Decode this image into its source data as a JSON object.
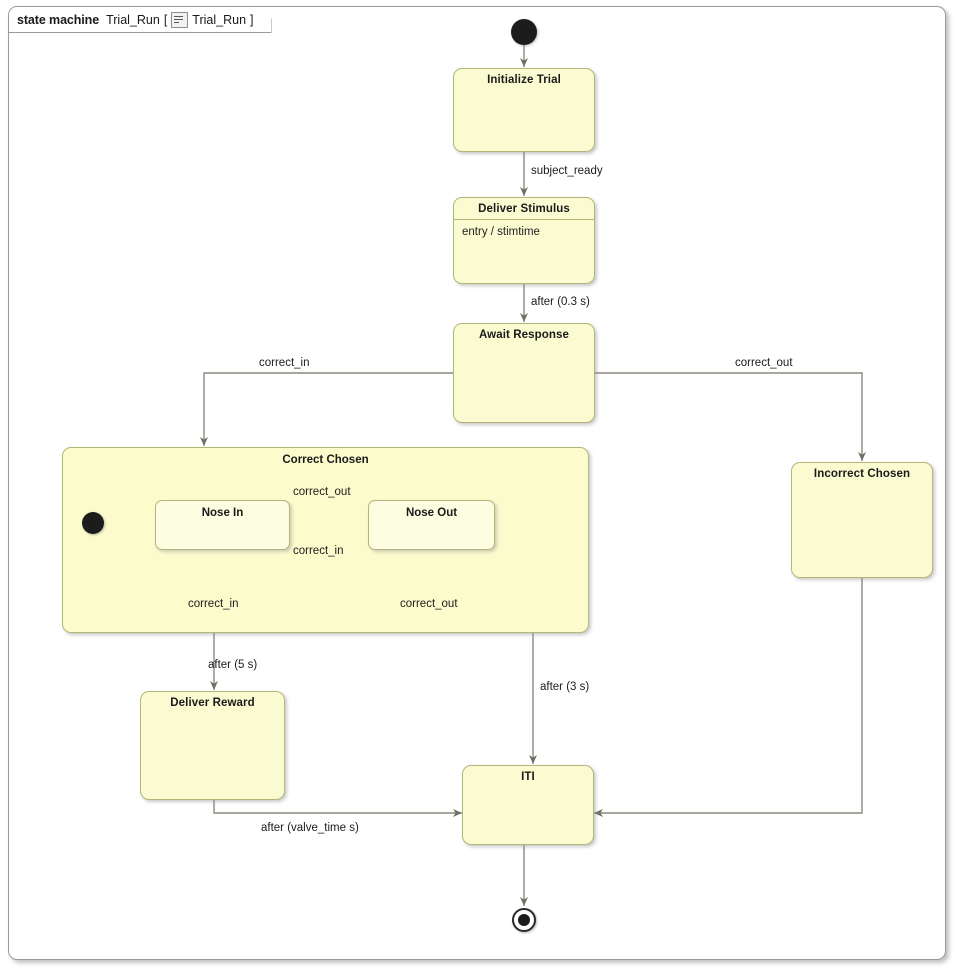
{
  "frame": {
    "keyword": "state machine",
    "name": "Trial_Run",
    "bracket_open": "[",
    "icon": "state-machine-icon",
    "ref_name": "Trial_Run",
    "bracket_close": "]"
  },
  "colors": {
    "state_fill": "#fbfbd2",
    "composite_fill": "#fbfbcc",
    "substate_fill": "#fdfde2",
    "state_border": "#b5b57a",
    "frame_border": "#9a9a9a",
    "connector": "#8a8a7e",
    "text": "#1a1a1a",
    "background": "#ffffff"
  },
  "nodes": {
    "initial_top": {
      "type": "initial-pseudostate"
    },
    "initialize_trial": {
      "label": "Initialize Trial"
    },
    "deliver_stimulus": {
      "label": "Deliver Stimulus",
      "body": "entry / stimtime"
    },
    "await_response": {
      "label": "Await Response"
    },
    "correct_chosen": {
      "label": "Correct Chosen"
    },
    "incorrect_chosen": {
      "label": "Incorrect Chosen"
    },
    "nose_in": {
      "label": "Nose In"
    },
    "nose_out": {
      "label": "Nose Out"
    },
    "region_initial": {
      "type": "initial-pseudostate"
    },
    "deliver_reward": {
      "label": "Deliver Reward"
    },
    "iti": {
      "label": "ITI"
    },
    "final": {
      "type": "final-state"
    }
  },
  "transitions": [
    {
      "id": "t1",
      "from": "initial_top",
      "to": "initialize_trial",
      "label": ""
    },
    {
      "id": "t2",
      "from": "initialize_trial",
      "to": "deliver_stimulus",
      "label": "subject_ready"
    },
    {
      "id": "t3",
      "from": "deliver_stimulus",
      "to": "await_response",
      "label": "after (0.3 s)"
    },
    {
      "id": "t4",
      "from": "await_response",
      "to": "correct_chosen",
      "label": "correct_in"
    },
    {
      "id": "t5",
      "from": "await_response",
      "to": "incorrect_chosen",
      "label": "correct_out"
    },
    {
      "id": "t6",
      "from": "region_initial",
      "to": "nose_in",
      "label": ""
    },
    {
      "id": "t7",
      "from": "nose_in",
      "to": "nose_out",
      "label": "correct_out"
    },
    {
      "id": "t8",
      "from": "nose_out",
      "to": "nose_in",
      "label": "correct_in"
    },
    {
      "id": "t9",
      "from": "nose_in",
      "to": "nose_in",
      "label": "correct_in"
    },
    {
      "id": "t10",
      "from": "nose_out",
      "to": "nose_out",
      "label": "correct_out"
    },
    {
      "id": "t11",
      "from": "correct_chosen",
      "to": "deliver_reward",
      "label": "after (5 s)"
    },
    {
      "id": "t12",
      "from": "nose_out",
      "to": "iti",
      "label": "after (3 s)"
    },
    {
      "id": "t13",
      "from": "deliver_reward",
      "to": "iti",
      "label": "after (valve_time s)"
    },
    {
      "id": "t14",
      "from": "incorrect_chosen",
      "to": "iti",
      "label": ""
    },
    {
      "id": "t15",
      "from": "iti",
      "to": "final",
      "label": ""
    }
  ],
  "labels": {
    "subject_ready": "subject_ready",
    "after_03s": "after (0.3 s)",
    "correct_in_left": "correct_in",
    "correct_out_right": "correct_out",
    "correct_out_inner": "correct_out",
    "correct_in_inner": "correct_in",
    "self_correct_in": "correct_in",
    "self_correct_out": "correct_out",
    "after_5s": "after (5 s)",
    "after_3s": "after (3 s)",
    "after_valve": "after (valve_time s)"
  }
}
